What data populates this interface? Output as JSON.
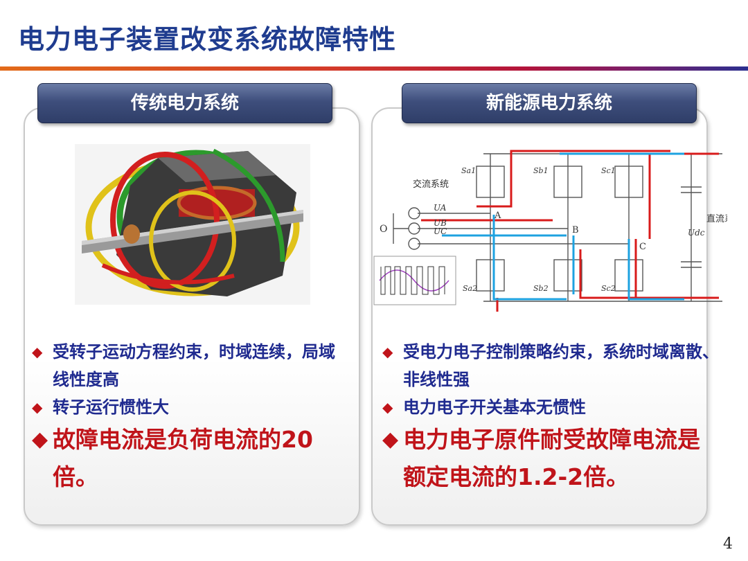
{
  "title": "电力电子装置改变系统故障特性",
  "left_panel": {
    "tab": "传统电力系统",
    "bullets": [
      "受转子运动方程约束，时域连续，局域线性度高",
      "转子运行惯性大"
    ],
    "highlight": "故障电流是负荷电流的20倍。"
  },
  "right_panel": {
    "tab": "新能源电力系统",
    "bullets": [
      "受电力电子控制策略约束，系统时域离散、非线性强",
      "电力电子开关基本无惯性"
    ],
    "highlight": "电力电子原件耐受故障电流是额定电流的1.2-2倍。",
    "circuit_labels": {
      "ac_system": "交流系统",
      "dc_system": "直流系统",
      "o": "O",
      "a": "A",
      "b": "B",
      "c": "C",
      "ua": "UA",
      "ub": "UB",
      "uc": "UC",
      "udc": "Udc",
      "sa1": "Sa1",
      "sb1": "Sb1",
      "sc1": "Sc1",
      "sa2": "Sa2",
      "sb2": "Sb2",
      "sc2": "Sc2"
    }
  },
  "page_number": "4",
  "colors": {
    "title": "#1f3c8f",
    "bullet_text": "#1f2a8f",
    "accent_red": "#c0141a",
    "tab_bg": "#3e4e7c"
  }
}
